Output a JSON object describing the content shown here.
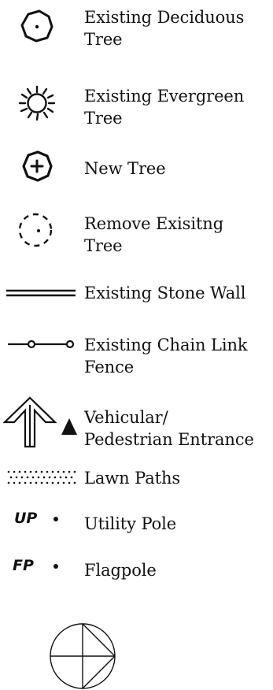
{
  "legend": {
    "items": [
      {
        "id": "existing-deciduous-tree",
        "line1": "Existing Deciduous",
        "line2": "Tree",
        "symbol": "circle-with-dot-icon"
      },
      {
        "id": "existing-evergreen-tree",
        "line1": "Existing Evergreen",
        "line2": "Tree",
        "symbol": "spiky-circle-icon"
      },
      {
        "id": "new-tree",
        "line1": "New Tree",
        "line2": "",
        "symbol": "circle-with-plus-icon"
      },
      {
        "id": "remove-existing-tree",
        "line1": "Remove Exisitng",
        "line2": "Tree",
        "symbol": "dashed-circle-with-dot-icon"
      },
      {
        "id": "existing-stone-wall",
        "line1": "Existing Stone Wall",
        "line2": "",
        "symbol": "double-line-icon"
      },
      {
        "id": "existing-chain-link-fence",
        "line1": "Existing Chain Link",
        "line2": "Fence",
        "symbol": "line-with-circles-icon"
      },
      {
        "id": "vehicular-pedestrian-entrance",
        "line1": "Vehicular/",
        "line2": "Pedestrian Entrance",
        "symbol": "up-arrow-and-triangle-icon"
      },
      {
        "id": "lawn-paths",
        "line1": "Lawn Paths",
        "line2": "",
        "symbol": "dotted-pattern-icon"
      },
      {
        "id": "utility-pole",
        "line1": "Utility Pole",
        "line2": "",
        "symbol": "up-text-dot-icon",
        "symbol_text": "UP"
      },
      {
        "id": "flagpole",
        "line1": "Flagpole",
        "line2": "",
        "symbol": "fp-text-dot-icon",
        "symbol_text": "FP"
      }
    ]
  },
  "north_arrow": {
    "symbol": "north-compass-icon"
  }
}
